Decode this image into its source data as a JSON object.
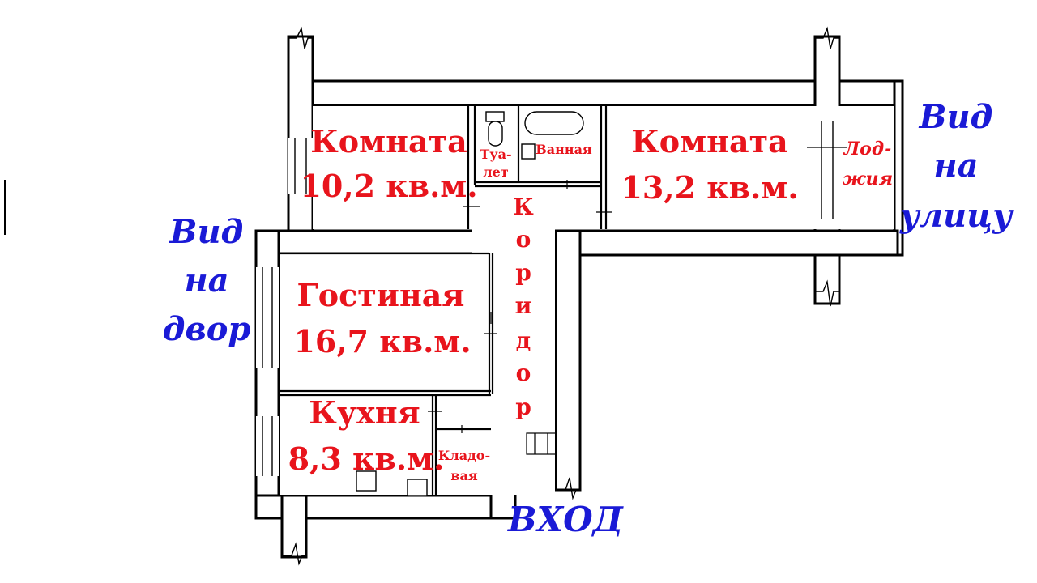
{
  "rooms": {
    "room1": {
      "name": "Комната",
      "area": "10,2 кв.м."
    },
    "room2": {
      "name": "Комната",
      "area": "13,2 кв.м."
    },
    "living": {
      "name": "Гостиная",
      "area": "16,7 кв.м."
    },
    "kitchen": {
      "name": "Кухня",
      "area": "8,3 кв.м."
    },
    "toilet": {
      "line1": "Туа-",
      "line2": "лет"
    },
    "bath": {
      "name": "Ванная"
    },
    "storage": {
      "line1": "Кладо-",
      "line2": "вая"
    },
    "loggia": {
      "line1": "Лод-",
      "line2": "жия"
    },
    "corridor": {
      "letters": [
        "К",
        "о",
        "р",
        "и",
        "д",
        "о",
        "р"
      ]
    }
  },
  "views": {
    "yard": {
      "line1": "Вид",
      "line2": "на",
      "line3": "двор"
    },
    "street": {
      "line1": "Вид",
      "line2": "на",
      "line3": "улицу"
    },
    "entrance": "ВХОД"
  },
  "colors": {
    "room_label": "#e8141c",
    "view_label": "#1a1ad6",
    "wall": "#000000"
  }
}
